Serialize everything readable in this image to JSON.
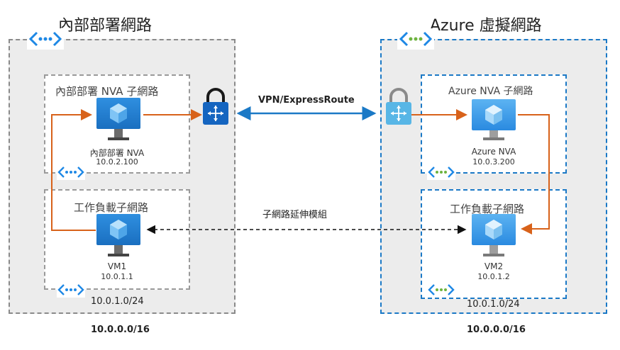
{
  "onprem": {
    "title": "內部部署網路",
    "address": "10.0.0.0/16",
    "nva_subnet": {
      "title": "內部部署 NVA 子網路",
      "vm_name": "內部部署 NVA",
      "vm_ip": "10.0.2.100"
    },
    "workload_subnet": {
      "title": "工作負載子網路",
      "vm_name": "VM1",
      "vm_ip": "10.0.1.1",
      "address": "10.0.1.0/24"
    }
  },
  "azure": {
    "title": "Azure 虛擬網路",
    "address": "10.0.0.0/16",
    "nva_subnet": {
      "title": "Azure  NVA 子網路",
      "vm_name": "Azure NVA",
      "vm_ip": "10.0.3.200"
    },
    "workload_subnet": {
      "title": "工作負載子網路",
      "vm_name": "VM2",
      "vm_ip": "10.0.1.2",
      "address": "10.0.1.0/24"
    }
  },
  "links": {
    "vpn_label": "VPN/ExpressRoute",
    "extension_label": "子網路延伸模組"
  },
  "colors": {
    "onprem_border": "#8a8a8a",
    "azure_border": "#1b79c6",
    "route_arrow": "#d8621a",
    "vpn_arrow": "#1b79c6",
    "vnet_dots_onprem": "#1e88e5",
    "vnet_dots_azure": "#6db33f"
  },
  "icons": [
    "vnet-icon",
    "vpn-gateway-icon",
    "virtual-machine-icon"
  ]
}
